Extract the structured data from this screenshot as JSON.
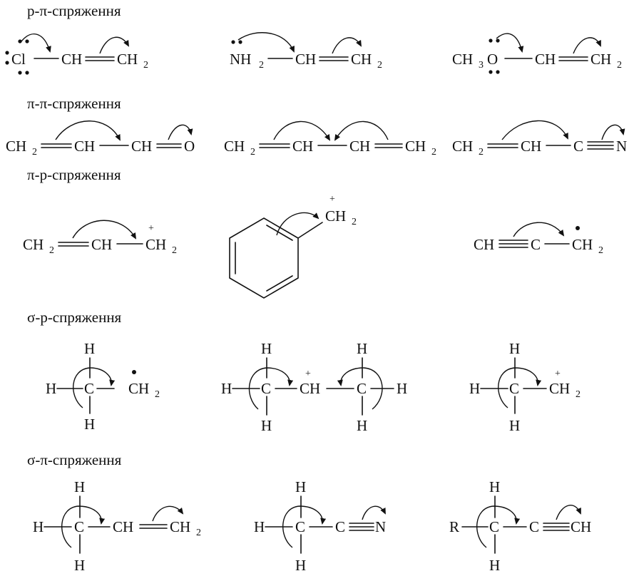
{
  "sections": [
    {
      "label": "p-π-спряження"
    },
    {
      "label": "π-π-спряження"
    },
    {
      "label": "π-p-спряження"
    },
    {
      "label": "σ-p-спряження"
    },
    {
      "label": "σ-π-спряження"
    }
  ],
  "atoms": {
    "cl": "Cl",
    "nh2": "NH",
    "ch3o": "CH",
    "o": "O",
    "ch": "CH",
    "ch2": "CH",
    "c": "C",
    "h": "H",
    "n": "N",
    "r": "R",
    "sub2": "2",
    "sub3": "3",
    "plus": "+"
  }
}
